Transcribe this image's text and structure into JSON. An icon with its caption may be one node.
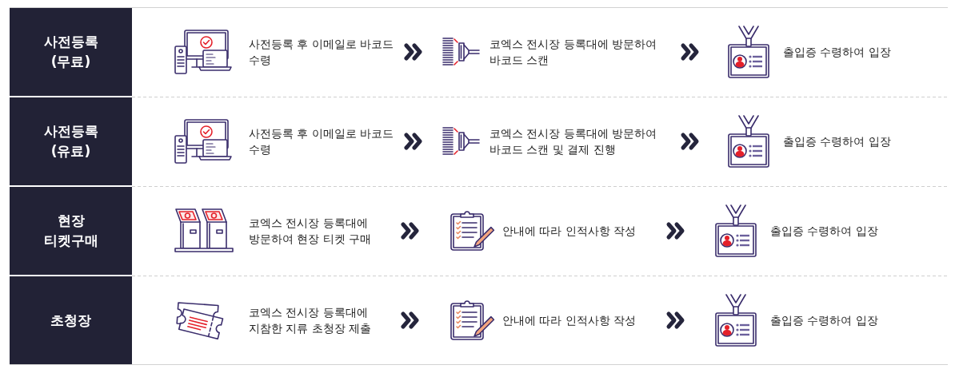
{
  "diagram": {
    "nodes": [
      {
        "text": [
          "사전등록 (무료)"
        ]
      },
      {
        "text": [
          "사전등록 후 이메일로 바코드 수령"
        ]
      },
      {
        "text": [
          "코엑스 전시장 등록대에 방문하여 바코드 스캔"
        ]
      },
      {
        "text": [
          "출입증 수령하여 입장"
        ]
      },
      {
        "text": [
          "사전등록 (유료)"
        ]
      },
      {
        "text": [
          "사전등록 후 이메일로 바코드 수령"
        ]
      },
      {
        "text": [
          "코엑스 전시장 등록대에 방문하여 바코드 스캔 및 결제 진행"
        ]
      },
      {
        "text": [
          "출입증 수령하여 입장"
        ]
      },
      {
        "text": [
          "현장 티켓구매"
        ]
      },
      {
        "text": [
          "코엑스 전시장 등록대에 방문하여 현장 티켓 구매"
        ]
      },
      {
        "text": [
          "안내에 따라 인적사항 작성"
        ]
      },
      {
        "text": [
          "출입증 수령하여 입장"
        ]
      },
      {
        "text": [
          "초청장"
        ]
      },
      {
        "text": [
          "코엑스 전시장 등록대에 지참한 지류 초청장 제출"
        ]
      },
      {
        "text": [
          "안내에 따라 인적사항 작성"
        ]
      },
      {
        "text": [
          "출입증 수령하여 입장"
        ]
      }
    ],
    "edges": [
      {
        "from": 1,
        "to": 2,
        "arrow": "to"
      },
      {
        "from": 2,
        "to": 3,
        "arrow": "to"
      },
      {
        "from": 5,
        "to": 6,
        "arrow": "to"
      },
      {
        "from": 6,
        "to": 7,
        "arrow": "to"
      },
      {
        "from": 9,
        "to": 10,
        "arrow": "to"
      },
      {
        "from": 10,
        "to": 11,
        "arrow": "to"
      },
      {
        "from": 13,
        "to": 14,
        "arrow": "to"
      },
      {
        "from": 14,
        "to": 15,
        "arrow": "to"
      }
    ]
  }
}
